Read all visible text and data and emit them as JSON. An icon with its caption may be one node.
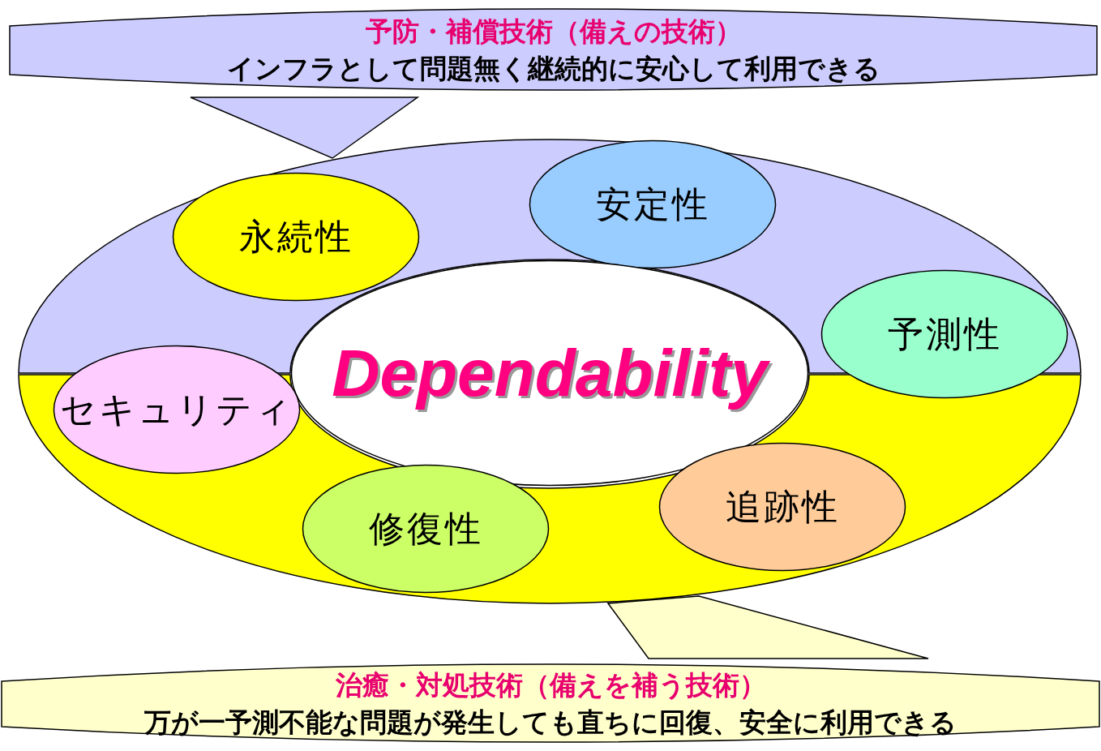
{
  "diagram": {
    "nodes": [
      {
        "text": [
          "予防・補償技術（備えの技術）",
          "インフラとして問題無く継続的に安心して利用できる"
        ]
      },
      {
        "text": [
          "安定性"
        ]
      },
      {
        "text": [
          "永続性"
        ]
      },
      {
        "text": [
          "予測性"
        ]
      },
      {
        "text": [
          "Dependability"
        ]
      },
      {
        "text": [
          "セキュリティ"
        ]
      },
      {
        "text": [
          "追跡性"
        ]
      },
      {
        "text": [
          "修復性"
        ]
      },
      {
        "text": [
          "治癒・対処技術（備えを補う技術）",
          "万が一予測不能な問題が発生しても直ちに回復、安全に利用できる"
        ]
      }
    ],
    "edges": []
  }
}
